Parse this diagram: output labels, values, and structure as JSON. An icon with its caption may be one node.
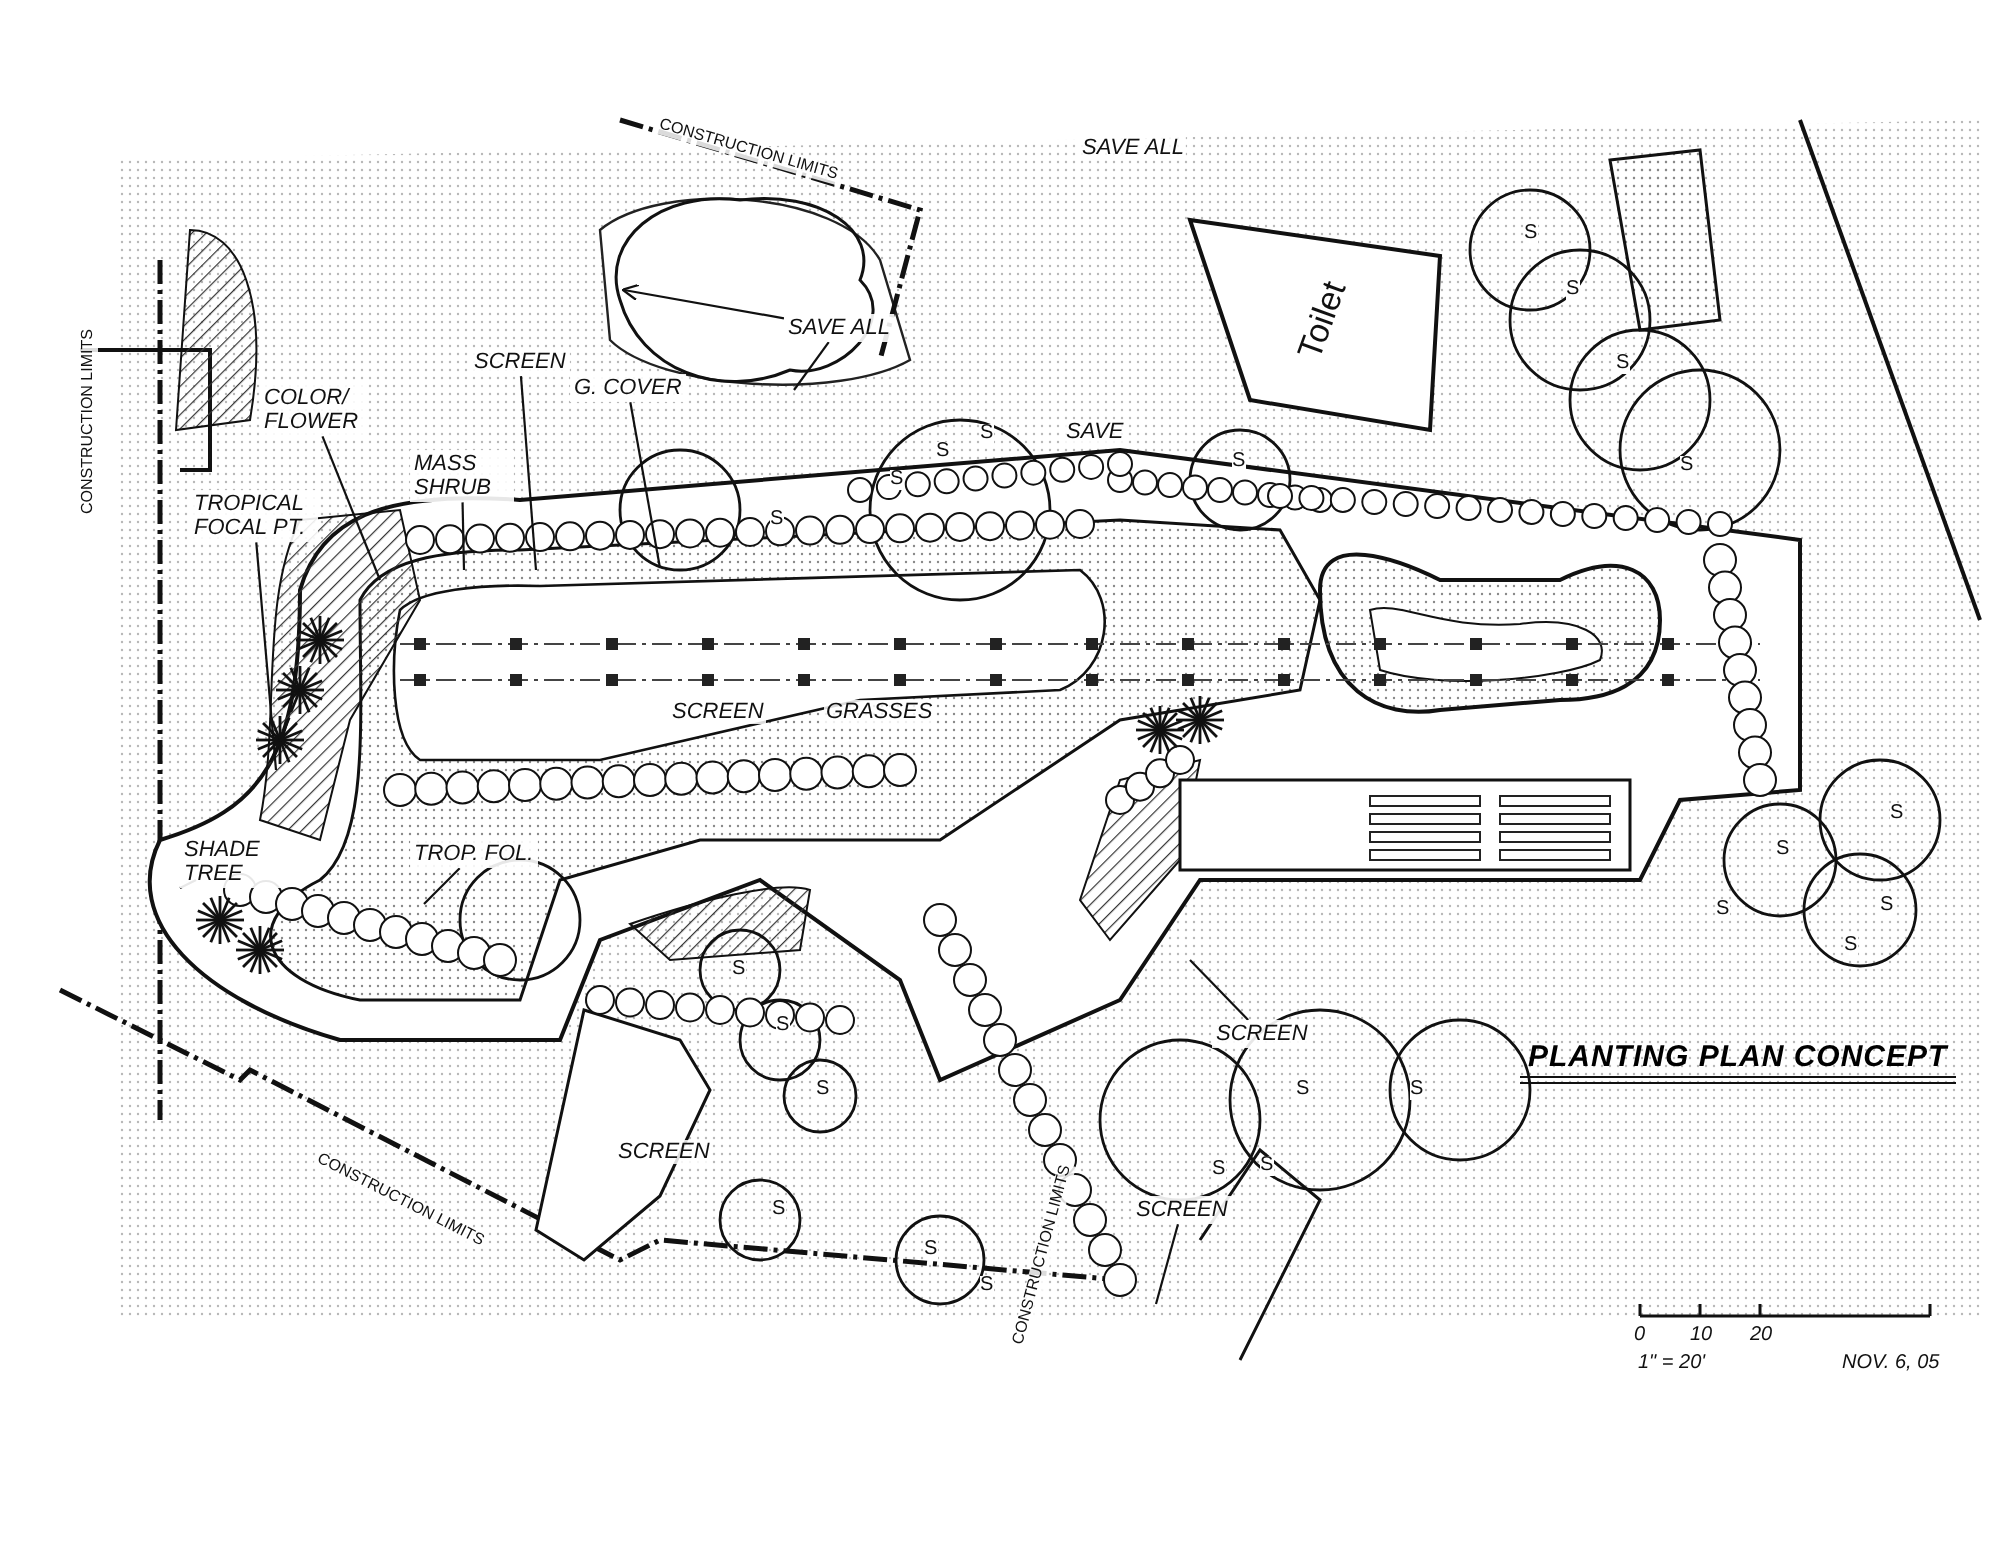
{
  "diagram": {
    "title": "PLANTING PLAN CONCEPT",
    "nodes": [
      {
        "text": [
          "SAVE ALL"
        ]
      },
      {
        "text": [
          "COLOR/ FLOWER"
        ]
      },
      {
        "text": [
          "SCREEN"
        ]
      },
      {
        "text": [
          "MASS SHRUB"
        ]
      },
      {
        "text": [
          "G. COVER"
        ]
      },
      {
        "text": [
          "TROPICAL FOCAL PT."
        ]
      },
      {
        "text": [
          "SHADE TREE"
        ]
      },
      {
        "text": [
          "TROP. FOL."
        ]
      },
      {
        "text": [
          "Toilet"
        ]
      },
      {
        "text": [
          "SCREEN"
        ]
      },
      {
        "text": [
          "SCREEN"
        ]
      }
    ],
    "edges": [
      {
        "from": 0,
        "to": null,
        "arrow": "to"
      },
      {
        "from": 0,
        "to": null,
        "arrow": "none"
      },
      {
        "from": 1,
        "to": null,
        "arrow": "none"
      },
      {
        "from": 2,
        "to": null,
        "arrow": "none"
      },
      {
        "from": 3,
        "to": null,
        "arrow": "none"
      },
      {
        "from": 4,
        "to": null,
        "arrow": "none"
      },
      {
        "from": 5,
        "to": null,
        "arrow": "none"
      },
      {
        "from": 6,
        "to": null,
        "arrow": "none"
      },
      {
        "from": 7,
        "to": null,
        "arrow": "none"
      },
      {
        "from": 9,
        "to": null,
        "arrow": "none"
      },
      {
        "from": 10,
        "to": null,
        "arrow": "none"
      }
    ],
    "labels": [
      "CONSTRUCTION LIMITS",
      "CONSTRUCTION LIMITS",
      "CONSTRUCTION LIMITS",
      "CONSTRUCTION LIMITS",
      "SAVE ALL",
      "SAVE",
      "SCREEN",
      "GRASSES",
      "SCREEN",
      "0",
      "10",
      "20",
      "1\" = 20'",
      "NOV. 6, 05",
      "S",
      "S",
      "S",
      "S",
      "S",
      "S",
      "S",
      "S",
      "S",
      "S",
      "S",
      "S",
      "S",
      "S",
      "S",
      "S",
      "S",
      "S",
      "S",
      "S",
      "S",
      "S",
      "S",
      "S"
    ]
  }
}
